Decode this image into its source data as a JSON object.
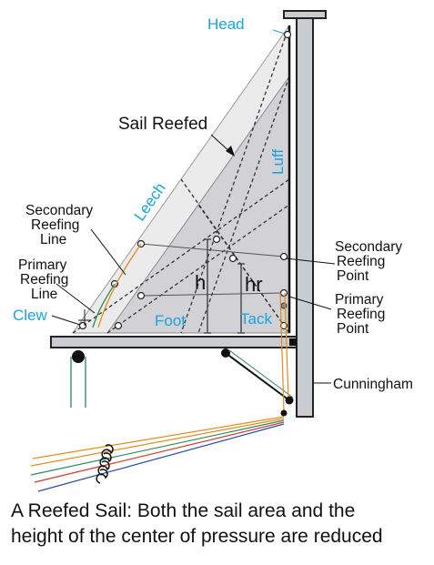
{
  "labels": {
    "head": "Head",
    "sail_reefed": "Sail Reefed",
    "luff": "Luff",
    "leech": "Leech",
    "secondary_reefing_line": [
      "Secondary",
      "Reefing",
      "Line"
    ],
    "primary_reefing_line": [
      "Primary",
      "Reefing",
      "Line"
    ],
    "clew": "Clew",
    "foot": "Foot",
    "tack": "Tack",
    "h": "h",
    "hr": "hr",
    "secondary_reefing_point": [
      "Secondary",
      "Reefing",
      "Point"
    ],
    "primary_reefing_point": [
      "Primary",
      "Reefing",
      "Point"
    ],
    "cunningham": "Cunningham"
  },
  "caption": {
    "line1": "A Reefed Sail: Both the sail area and the",
    "line2": "height of the center of pressure are reduced"
  },
  "colors": {
    "label_blue": "#1aa3dc",
    "full_sail": "#ebebeb",
    "reefed_sail": "#d2d2d6",
    "mast": "#c9cdd2",
    "line_orange": "#e38b1e",
    "line_green": "#2a8a55",
    "line_red": "#d23a2a",
    "line_blue": "#2a4aa8"
  }
}
